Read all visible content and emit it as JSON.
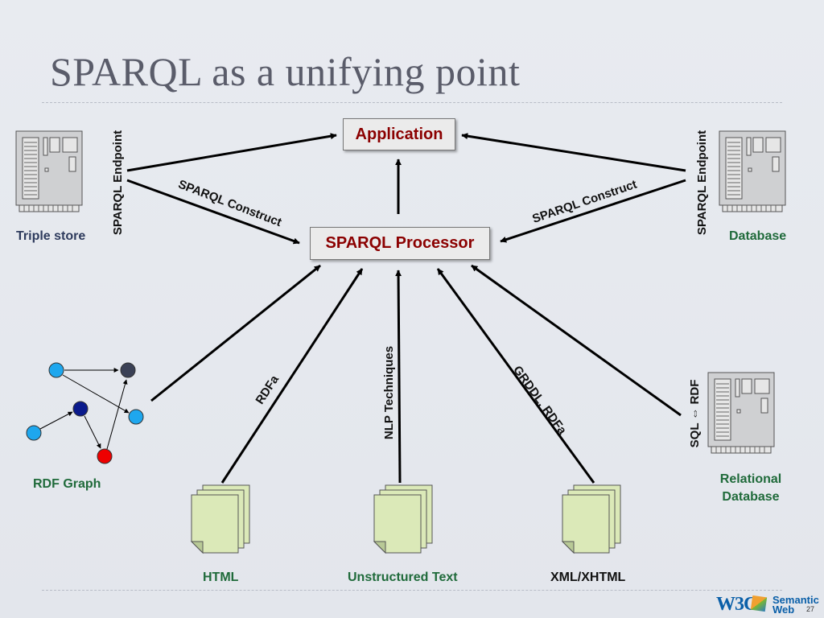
{
  "slide": {
    "title": "SPARQL as a unifying point",
    "page_number": "27"
  },
  "boxes": {
    "application": "Application",
    "processor": "SPARQL Processor"
  },
  "sources": {
    "triple_store": "Triple store",
    "database": "Database",
    "relational_database_line1": "Relational",
    "relational_database_line2": "Database",
    "rdf_graph": "RDF Graph",
    "html": "HTML",
    "unstructured_text": "Unstructured Text",
    "xml_xhtml": "XML/XHTML"
  },
  "edge_labels": {
    "endpoint_left": "SPARQL Endpoint",
    "endpoint_right": "SPARQL Endpoint",
    "construct_left": "SPARQL Construct",
    "construct_right": "SPARQL Construct",
    "rdfa": "RDFa",
    "nlp": "NLP Techniques",
    "grddl": "GRDDL, RDFa",
    "sql_rdf": "SQL ⇔ RDF"
  },
  "logo": {
    "w3c": "W3C",
    "semantic": "Semantic",
    "web": "Web"
  },
  "colors": {
    "box_text": "#8b0000",
    "source_label_green": "#1f6a3a",
    "source_label_navy": "#2d3a5c",
    "node_light": "#1ea7ee",
    "node_dark": "#3a4055",
    "node_navy": "#0a1a8c",
    "node_red": "#ee0000",
    "document_fill": "#dbe9b8"
  }
}
